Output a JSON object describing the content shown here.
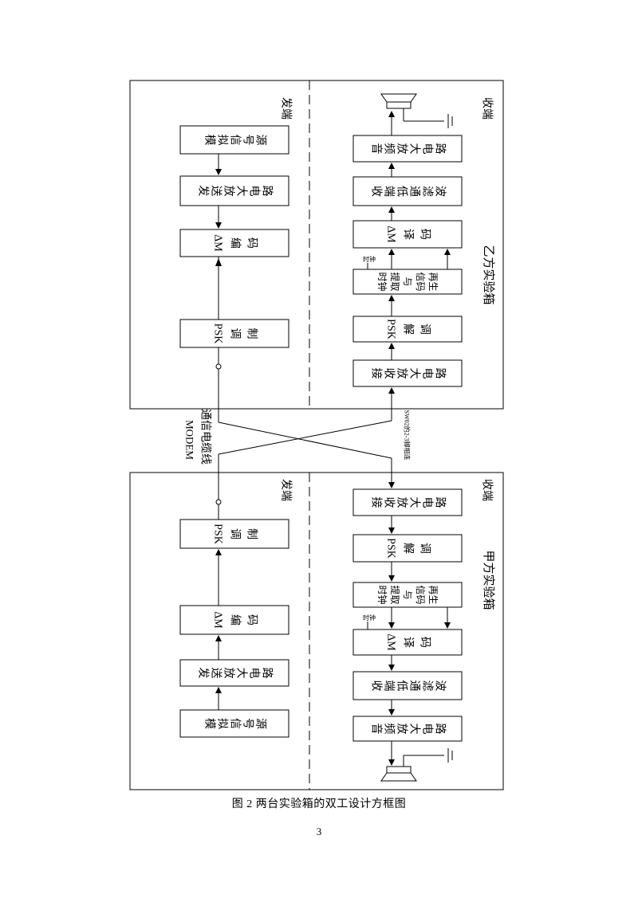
{
  "panels": {
    "b": {
      "title": "乙方实验箱",
      "send_label": "发端",
      "recv_label": "收端",
      "send_blocks": [
        "模拟信号源",
        "发送放大电路",
        "ΔM编码",
        "PSK调制"
      ],
      "recv_blocks": [
        "音频放大电路",
        "收端低通滤波",
        "ΔM译码",
        "时钟提取与信码再生",
        "PSK解调",
        "接收放大电路"
      ],
      "clock_label": "时钟"
    },
    "a": {
      "title": "甲方实验箱",
      "send_label": "发端",
      "recv_label": "收端",
      "send_blocks": [
        "PSK调制",
        "ΔM编码",
        "发送放大电路",
        "模拟信号源"
      ],
      "recv_blocks": [
        "接收放大电路",
        "PSK解调",
        "时钟提取与信码再生",
        "ΔM译码",
        "收端低通滤波",
        "音频放大电路"
      ],
      "clock_label": "时钟"
    }
  },
  "cable": {
    "label_line1": "MODEM",
    "label_line2": "通信电缆线",
    "note": "SW02的2-3脚相连"
  },
  "caption": "图 2  两台实验箱的双工设计方框图",
  "page_number": "3"
}
